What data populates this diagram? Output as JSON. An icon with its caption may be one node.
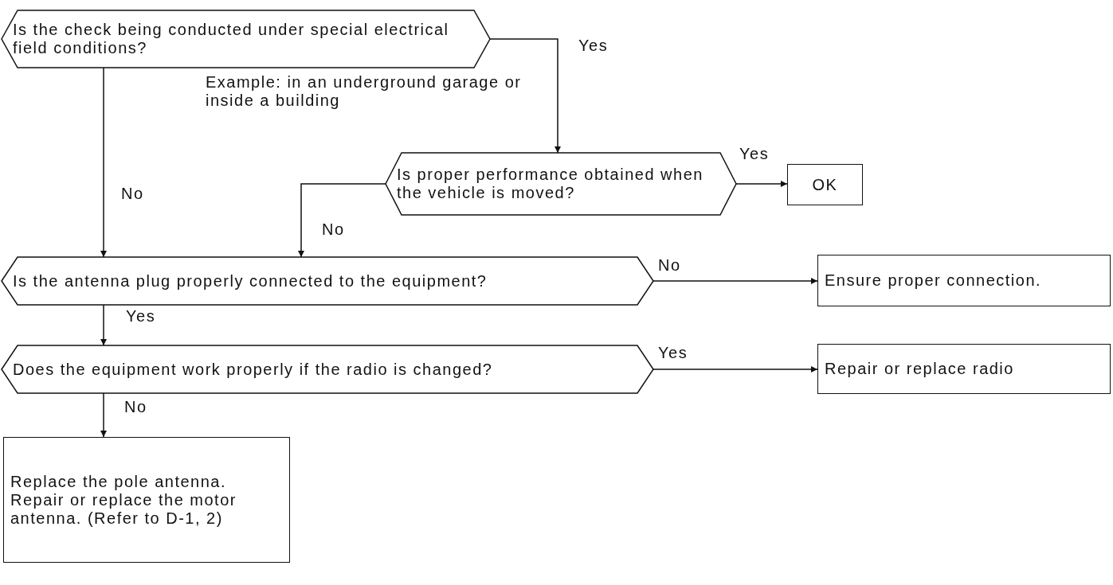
{
  "diagram": {
    "nodes": [
      {
        "text": [
          "Is the check being conducted under special electrical field conditions?"
        ]
      },
      {
        "text": [
          "Is proper performance obtained when the vehicle is moved?"
        ]
      },
      {
        "text": [
          "OK"
        ]
      },
      {
        "text": [
          "Is the antenna plug properly connected to the equipment?"
        ]
      },
      {
        "text": [
          "Ensure proper connection."
        ]
      },
      {
        "text": [
          "Does the equipment work properly if the radio is changed?"
        ]
      },
      {
        "text": [
          "Repair or replace radio"
        ]
      },
      {
        "text": [
          "Replace the pole antenna. Repair or replace the motor antenna. (Refer to D-1, 2)"
        ]
      }
    ],
    "edges": [
      {
        "from": 0,
        "to": 1,
        "arrow": "to",
        "label": "Yes"
      },
      {
        "from": 0,
        "to": 3,
        "arrow": "to",
        "label": "No"
      },
      {
        "from": 1,
        "to": 2,
        "arrow": "to",
        "label": "Yes"
      },
      {
        "from": 1,
        "to": 3,
        "arrow": "to",
        "label": "No"
      },
      {
        "from": 3,
        "to": 4,
        "arrow": "to",
        "label": "No"
      },
      {
        "from": 3,
        "to": 5,
        "arrow": "to",
        "label": "Yes"
      },
      {
        "from": 5,
        "to": 6,
        "arrow": "to",
        "label": "Yes"
      },
      {
        "from": 5,
        "to": 7,
        "arrow": "to",
        "label": "No"
      }
    ],
    "labels": [
      "Example: in an underground garage or inside a building"
    ]
  }
}
